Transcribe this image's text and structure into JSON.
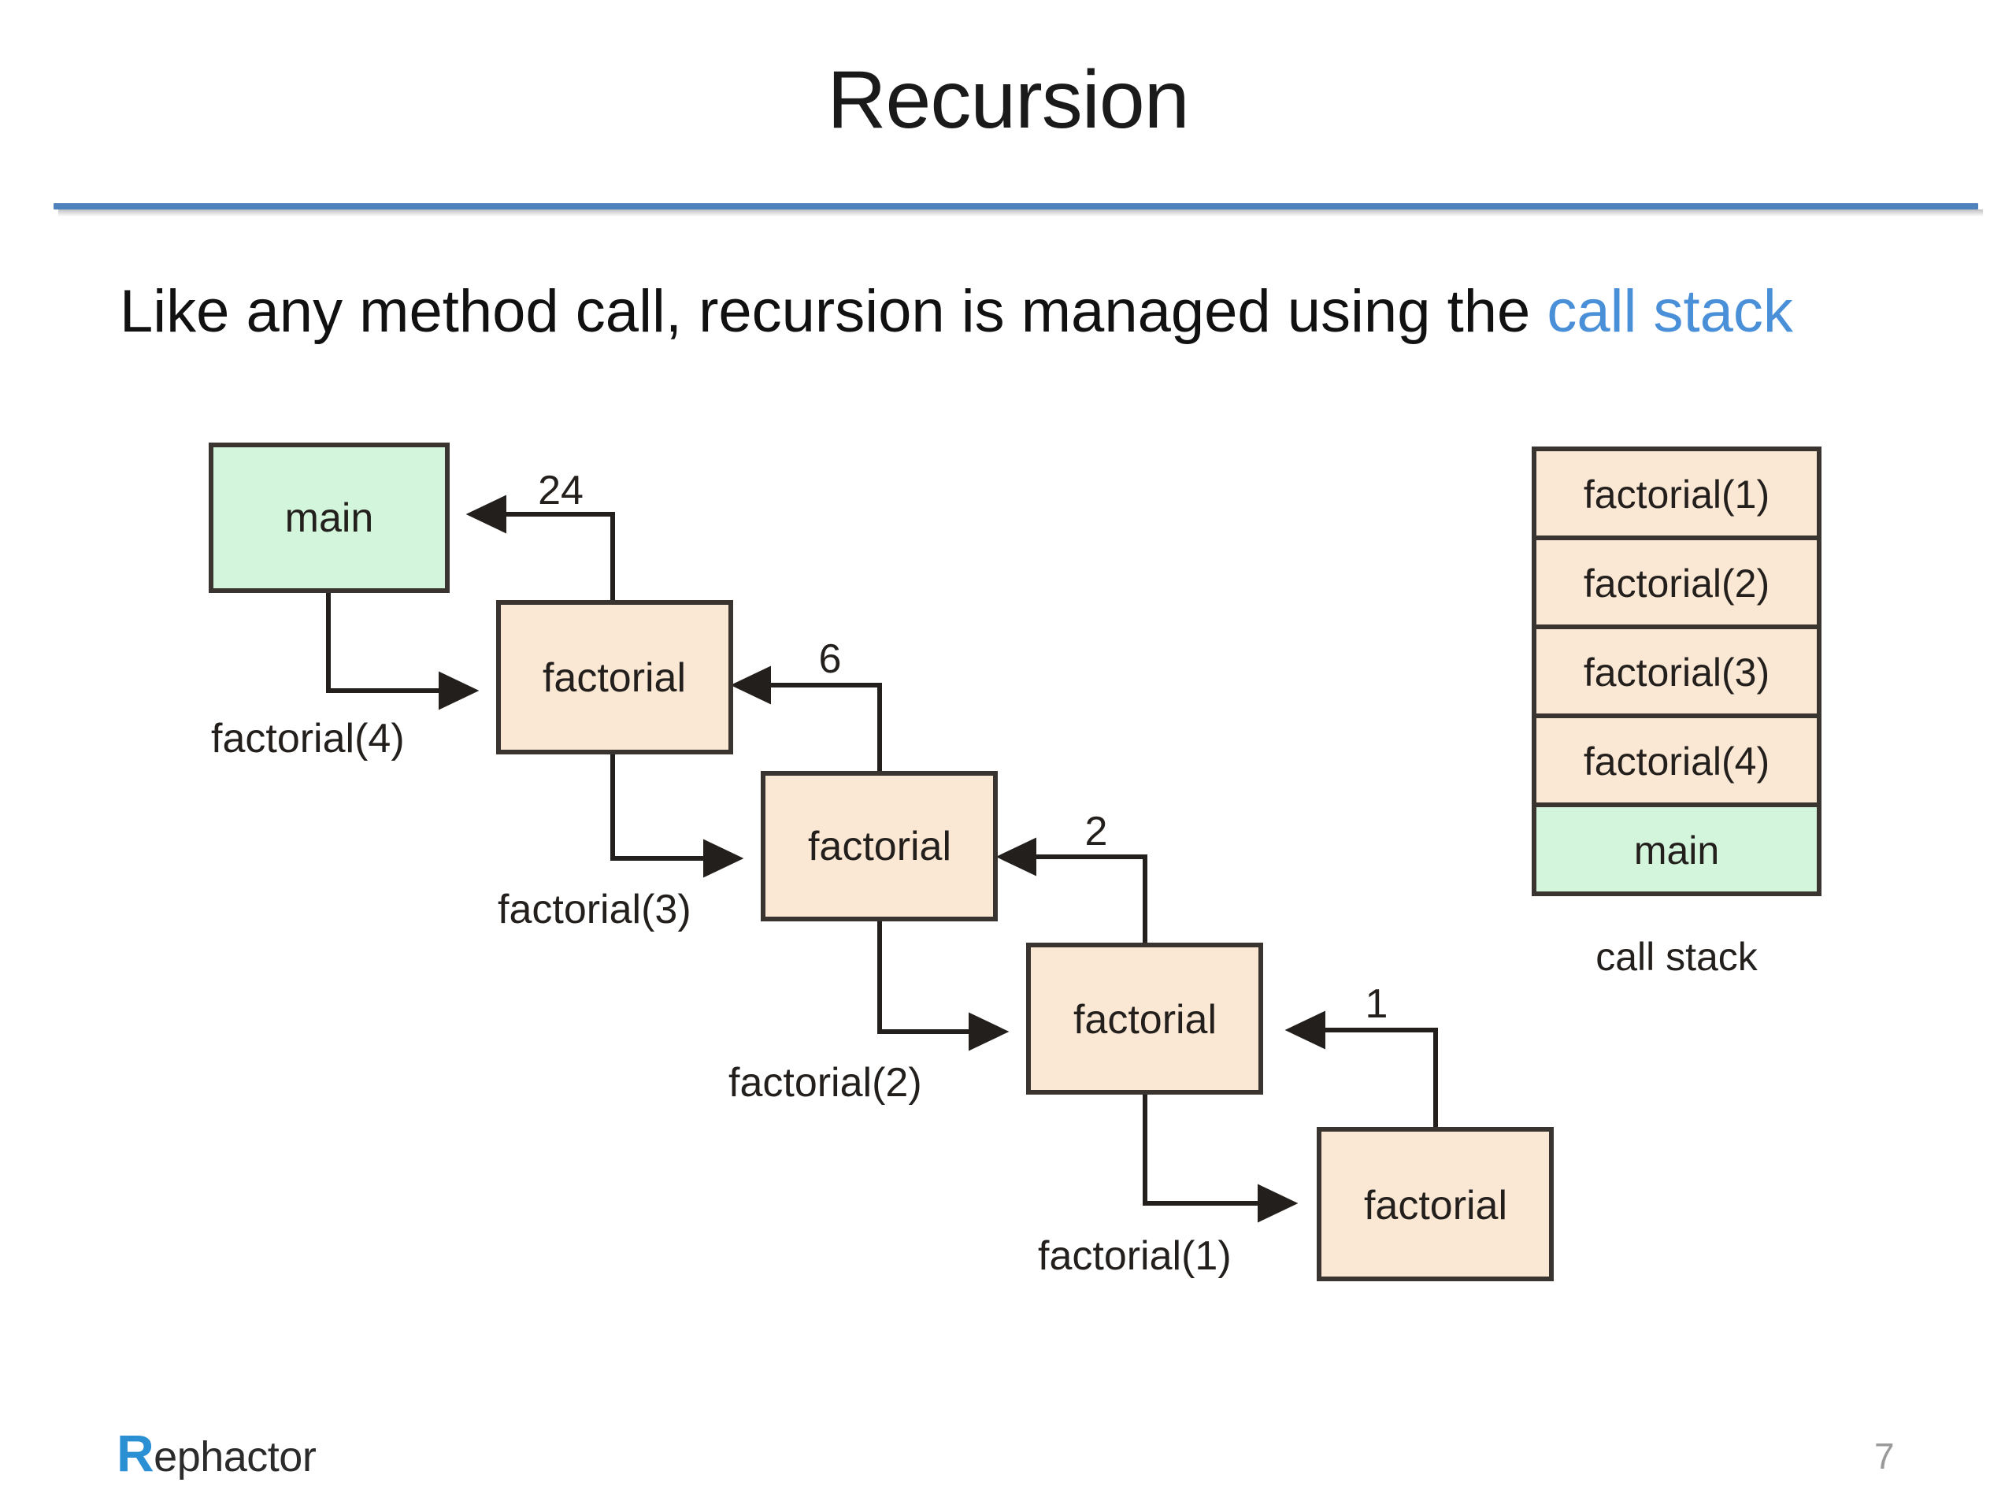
{
  "slide": {
    "title": "Recursion",
    "page_number": "7",
    "brand": {
      "initial": "R",
      "rest": "ephactor"
    },
    "accent_color": "#4a90d9",
    "divider_color": "#4f81bd"
  },
  "bullet": {
    "text_before": "Like any method call, recursion is managed using the ",
    "highlight": "call stack"
  },
  "diagram": {
    "colors": {
      "main_fill": "#d3f5dc",
      "factorial_fill": "#fae7d4",
      "stroke": "#3a3431",
      "edge": "#231f1c"
    },
    "boxes": [
      {
        "label": "main",
        "kind": "main"
      },
      {
        "label": "factorial",
        "kind": "factorial"
      },
      {
        "label": "factorial",
        "kind": "factorial"
      },
      {
        "label": "factorial",
        "kind": "factorial"
      },
      {
        "label": "factorial",
        "kind": "factorial"
      }
    ],
    "call_labels": [
      "factorial(4)",
      "factorial(3)",
      "factorial(2)",
      "factorial(1)"
    ],
    "return_labels": [
      "24",
      "6",
      "2",
      "1"
    ],
    "stack": {
      "caption": "call stack",
      "frames": [
        {
          "label": "factorial(1)",
          "kind": "factorial"
        },
        {
          "label": "factorial(2)",
          "kind": "factorial"
        },
        {
          "label": "factorial(3)",
          "kind": "factorial"
        },
        {
          "label": "factorial(4)",
          "kind": "factorial"
        },
        {
          "label": "main",
          "kind": "main"
        }
      ]
    }
  }
}
